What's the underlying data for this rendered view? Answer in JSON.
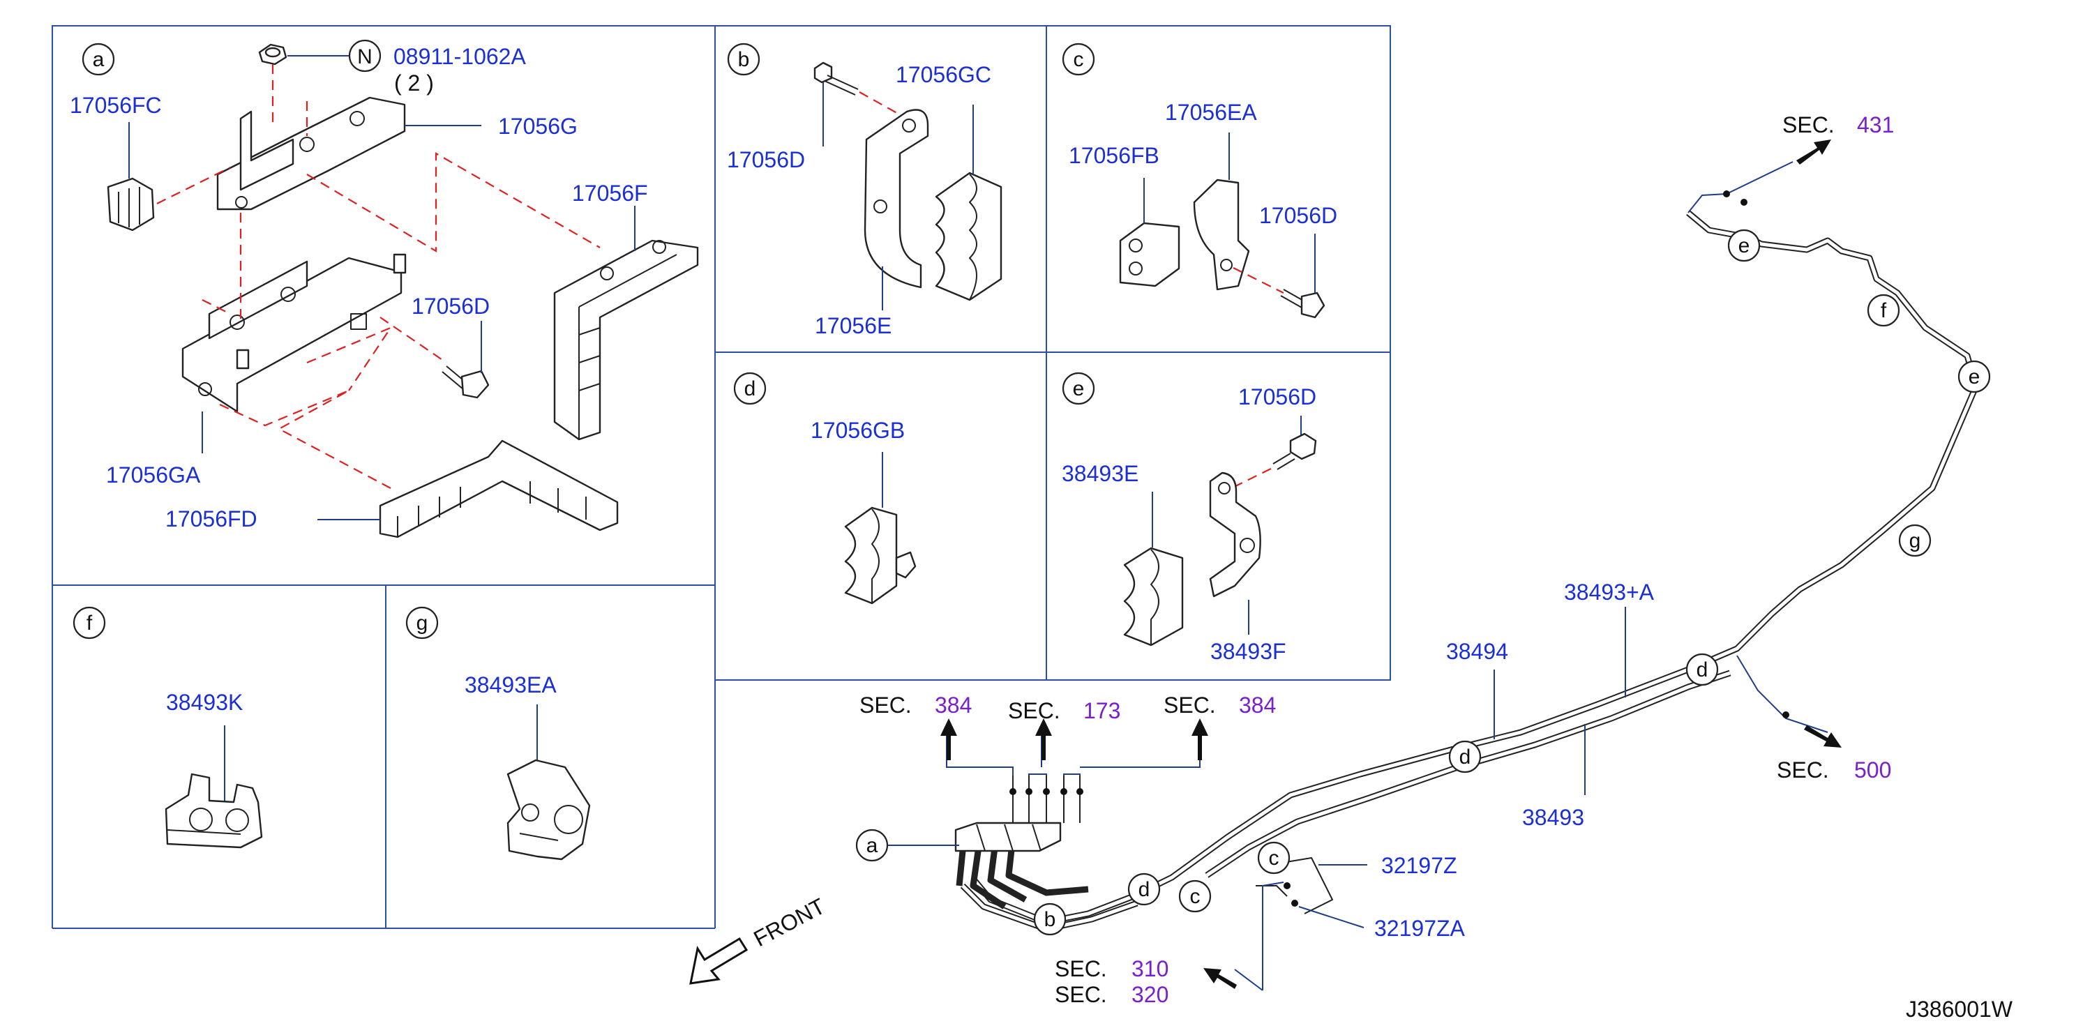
{
  "colors": {
    "part_number": "#1a2fd8",
    "section_number": "#7a1fd0",
    "frame": "#2a4fa8",
    "dashed": "#e02020",
    "line": "#222222"
  },
  "panels": {
    "a": {
      "tag": "a",
      "nut_symbol": "N",
      "nut_part": "08911-1062A",
      "nut_qty": "( 2 )",
      "labels": {
        "fc": "17056FC",
        "g": "17056G",
        "f": "17056F",
        "d": "17056D",
        "ga": "17056GA",
        "fd": "17056FD"
      }
    },
    "b": {
      "tag": "b",
      "labels": {
        "gc": "17056GC",
        "d": "17056D",
        "e": "17056E"
      }
    },
    "c": {
      "tag": "c",
      "labels": {
        "ea": "17056EA",
        "fb": "17056FB",
        "d": "17056D"
      }
    },
    "d": {
      "tag": "d",
      "labels": {
        "gb": "17056GB"
      }
    },
    "e": {
      "tag": "e",
      "labels": {
        "d": "17056D",
        "e38": "38493E",
        "f38": "38493F"
      }
    },
    "f": {
      "tag": "f",
      "labels": {
        "k": "38493K"
      }
    },
    "g": {
      "tag": "g",
      "labels": {
        "ea": "38493EA"
      }
    }
  },
  "main": {
    "sec_word": "SEC.",
    "sec_refs": {
      "s384a": "384",
      "s173": "173",
      "s384b": "384",
      "s431": "431",
      "s500": "500",
      "s310": "310",
      "s320": "320"
    },
    "labels": {
      "a38493A": "38493+A",
      "b38494": "38494",
      "b38493": "38493",
      "z32197": "32197Z",
      "za32197": "32197ZA"
    },
    "clip_tags": {
      "a": "a",
      "b": "b",
      "c": "c",
      "d": "d",
      "e": "e",
      "f": "f",
      "g": "g"
    },
    "front_label": "FRONT"
  },
  "drawing_code": "J386001W"
}
